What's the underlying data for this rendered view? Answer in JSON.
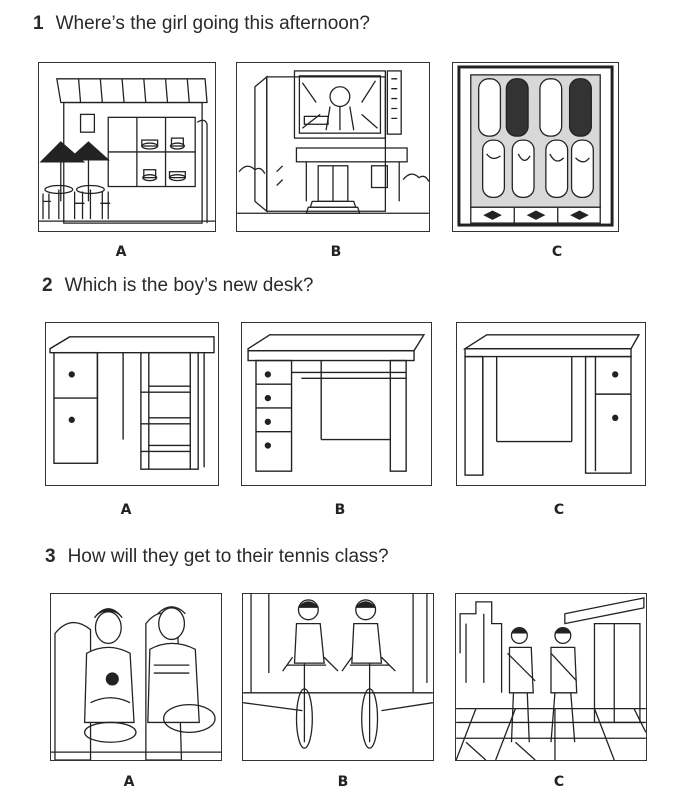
{
  "questions": [
    {
      "number": "1",
      "text": "Where’s the girl going this afternoon?",
      "options": [
        {
          "letter": "A",
          "picture": "cafe-bakery-shopfront"
        },
        {
          "letter": "B",
          "picture": "cinema-building"
        },
        {
          "letter": "C",
          "picture": "skateboard-shop-display"
        }
      ]
    },
    {
      "number": "2",
      "text": "Which is the boy’s new desk?",
      "options": [
        {
          "letter": "A",
          "picture": "desk-drawers-left-shelves-right"
        },
        {
          "letter": "B",
          "picture": "desk-four-drawers-left-shelf"
        },
        {
          "letter": "C",
          "picture": "desk-drawers-right"
        }
      ]
    },
    {
      "number": "3",
      "text": "How will they get to their tennis class?",
      "options": [
        {
          "letter": "A",
          "picture": "boys-on-bus"
        },
        {
          "letter": "B",
          "picture": "boys-on-bicycles"
        },
        {
          "letter": "C",
          "picture": "boys-walking-in-city"
        }
      ]
    }
  ]
}
